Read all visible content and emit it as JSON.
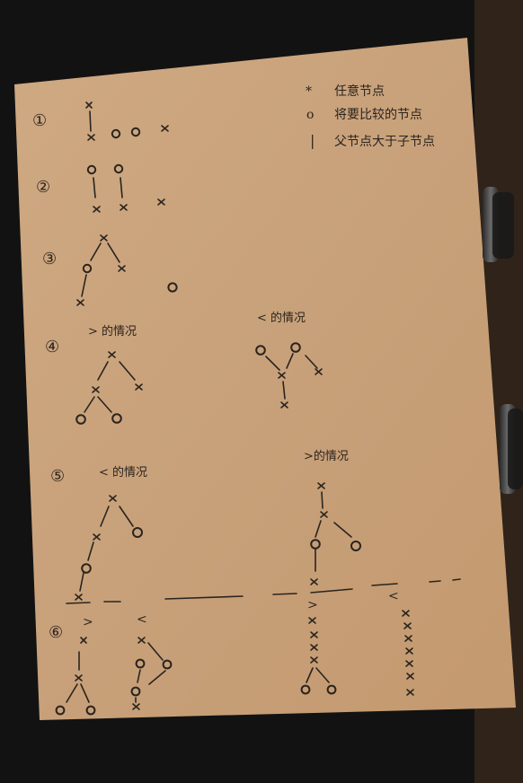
{
  "photo": {
    "legend": [
      {
        "symbol": "*",
        "text": "任意节点"
      },
      {
        "symbol": "o",
        "text": "将要比较的节点"
      },
      {
        "symbol": "|",
        "text": "父节点大于子节点"
      }
    ],
    "steps": [
      "①",
      "②",
      "③",
      "④",
      "⑤",
      "⑥"
    ],
    "captions": {
      "s4_left": "> 的情况",
      "s4_right": "< 的情况",
      "s5_left": "< 的情况",
      "s5_right": ">的情况",
      "s6_a": ">",
      "s6_b": "<",
      "s6_c": ">",
      "s6_d": "<"
    },
    "colors": {
      "background": "#121212",
      "paper": "#c9a47b",
      "ink": "#2a241e"
    }
  }
}
